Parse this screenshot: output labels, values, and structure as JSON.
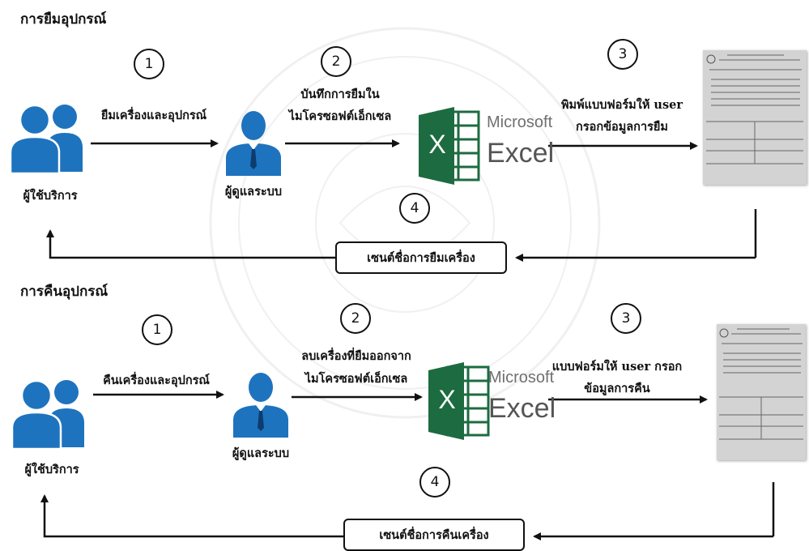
{
  "sections": [
    {
      "title": "การยืมอุปกรณ์",
      "step1": {
        "number": "1",
        "label": "ยืมเครื่องและอุปกรณ์"
      },
      "step2": {
        "number": "2",
        "label_line1": "บันทึกการยืมใน",
        "label_line2": "ไมโครซอฟต์เอ็กเซล"
      },
      "step3": {
        "number": "3",
        "label_line1": "พิมพ์แบบฟอร์มให้ user",
        "label_line2": "กรอกข้อมูลการยืม"
      },
      "step4": {
        "number": "4",
        "label": "เซนต์ชื่อการยืมเครื่อง"
      },
      "user_label": "ผู้ใช้บริการ",
      "admin_label": "ผู้ดูแลระบบ",
      "excel": {
        "brand_top": "Microsoft",
        "brand_name": "Excel",
        "icon_letter": "X"
      }
    },
    {
      "title": "การคืนอุปกรณ์",
      "step1": {
        "number": "1",
        "label": "คืนเครื่องและอุปกรณ์"
      },
      "step2": {
        "number": "2",
        "label_line1": "ลบเครื่องที่ยืมออกจาก",
        "label_line2": "ไมโครซอฟต์เอ็กเซล"
      },
      "step3": {
        "number": "3",
        "label_line1": "แบบฟอร์มให้ user กรอก",
        "label_line2": "ข้อมูลการคืน"
      },
      "step4": {
        "number": "4",
        "label": "เซนต์ชื่อการคืนเครื่อง"
      },
      "user_label": "ผู้ใช้บริการ",
      "admin_label": "ผู้ดูแลระบบ",
      "excel": {
        "brand_top": "Microsoft",
        "brand_name": "Excel",
        "icon_letter": "X"
      }
    }
  ],
  "icons": {
    "users": "users-group-icon",
    "admin": "admin-person-icon",
    "excel": "excel-logo-icon",
    "form": "paper-form-document"
  },
  "colors": {
    "people_blue": "#1e73be",
    "excel_green": "#1d6b41",
    "excel_green_light": "#2e8b57",
    "line": "#111111"
  }
}
